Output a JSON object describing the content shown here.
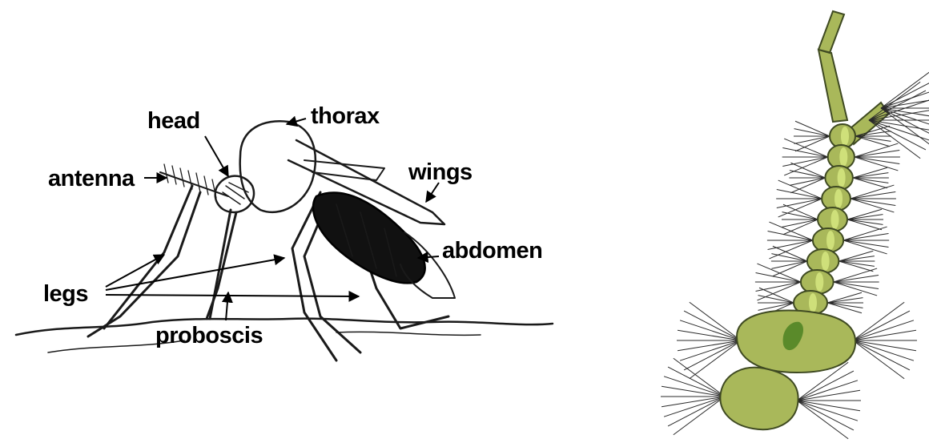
{
  "mosquito": {
    "labels": {
      "head": "head",
      "thorax": "thorax",
      "antenna": "antenna",
      "wings": "wings",
      "abdomen": "abdomen",
      "legs": "legs",
      "proboscis": "proboscis"
    }
  },
  "larva": {
    "body_color": "#a9b85a",
    "highlight_color": "#cfe07a",
    "outline_color": "#3f4a22"
  }
}
